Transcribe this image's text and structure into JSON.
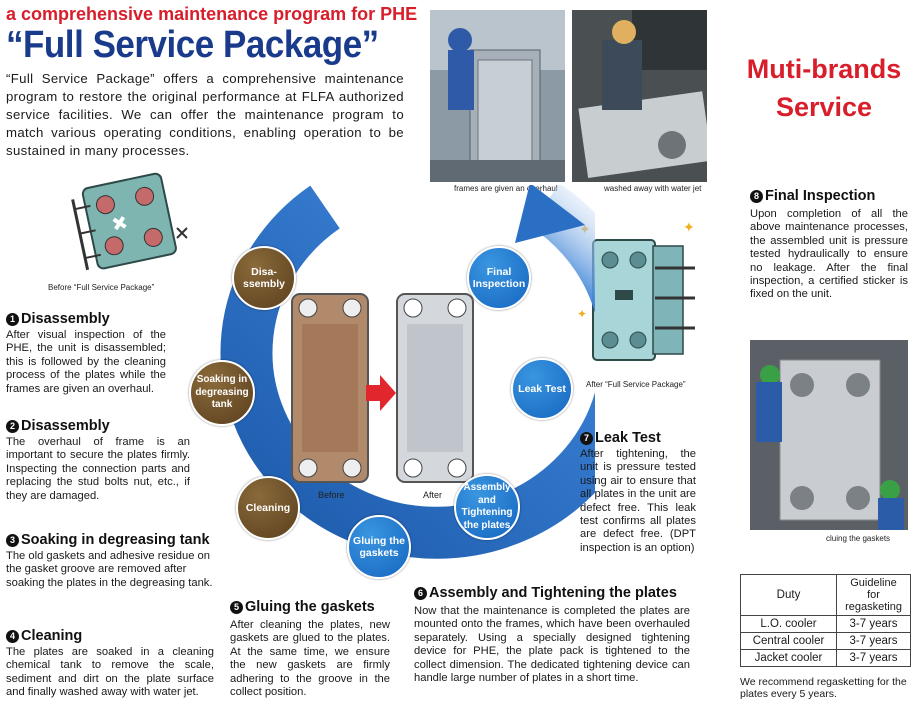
{
  "header": {
    "subtitle": "a comprehensive maintenance program for PHE",
    "title": "“Full Service Package”",
    "intro": "“Full Service Package” offers a comprehensive maintenance program to restore the original performance at FLFA authorized service facilities. We can offer the maintenance program to match various operating conditions, enabling operation to be sustained in many processes."
  },
  "brand_service": {
    "line1": "Muti-brands",
    "line2": "Service"
  },
  "captions": {
    "before_package": "Before “Full Service Package”",
    "after_package": "After “Full Service Package”",
    "frames_overhaul": "frames are given an overhaul",
    "washed_away": "washed away with water jet",
    "cluing_gaskets": "cluing the gaskets",
    "before": "Before",
    "after": "After"
  },
  "cycle": {
    "disassembly": "Disa-\nssembly",
    "soaking": "Soaking in\ndegreasing\ntank",
    "cleaning": "Cleaning",
    "gluing": "Gluing the\ngaskets",
    "assembly": "Assembly\nand Tightening\nthe plates",
    "leak_test": "Leak Test",
    "final_inspection": "Final\nInspection"
  },
  "sections": {
    "s1": {
      "num": "1",
      "title": "Disassembly",
      "body": "After visual inspection of the PHE, the unit is disassembled; this is followed by the cleaning process of the plates while the frames are given an overhaul."
    },
    "s2": {
      "num": "2",
      "title": "Disassembly",
      "body": "The overhaul of frame is an important to secure the plates firmly. Inspecting the connection parts and replacing the stud bolts nut, etc., if they are damaged."
    },
    "s3": {
      "num": "3",
      "title": "Soaking in degreasing tank",
      "body": "The old gaskets and adhesive residue on the gasket groove are removed after soaking the plates in the degreasing tank."
    },
    "s4": {
      "num": "4",
      "title": "Cleaning",
      "body": "The plates are soaked in a cleaning chemical tank to remove the scale, sediment and dirt on the plate surface and finally washed away with water jet."
    },
    "s5": {
      "num": "5",
      "title": "Gluing the gaskets",
      "body": "After cleaning the plates, new gaskets are glued to the plates. At the same time, we ensure the new gaskets are firmly adhering to the groove in the collect position."
    },
    "s6": {
      "num": "6",
      "title": "Assembly and Tightening the plates",
      "body": "Now that the maintenance is completed the plates are mounted onto the frames, which have been overhauled separately. Using a specially designed tightening device for PHE, the plate pack is tightened to the collect dimension. The dedicated tightening device can handle large number of plates in a short time."
    },
    "s7": {
      "num": "7",
      "title": "Leak Test",
      "body": "After tightening, the unit is pressure tested using air to ensure that all plates in the unit are defect free. This leak test confirms all plates are defect free. (DPT inspection is an option)"
    },
    "s8": {
      "num": "8",
      "title": "Final Inspection",
      "body": "Upon completion of all the above maintenance processes, the assembled unit is pressure tested hydraulically to ensure no leakage. After the final inspection, a certified sticker is fixed on the unit."
    }
  },
  "duty_table": {
    "headers": [
      "Duty",
      "Guideline for regasketing"
    ],
    "rows": [
      [
        "L.O. cooler",
        "3-7 years"
      ],
      [
        "Central cooler",
        "3-7 years"
      ],
      [
        "Jacket cooler",
        "3-7 years"
      ]
    ],
    "note": "We recommend regasketting for the plates every 5 years."
  },
  "colors": {
    "accent_red": "#d81e2a",
    "title_blue": "#1a3a8c",
    "arrow_blue": "#1e63b8"
  }
}
